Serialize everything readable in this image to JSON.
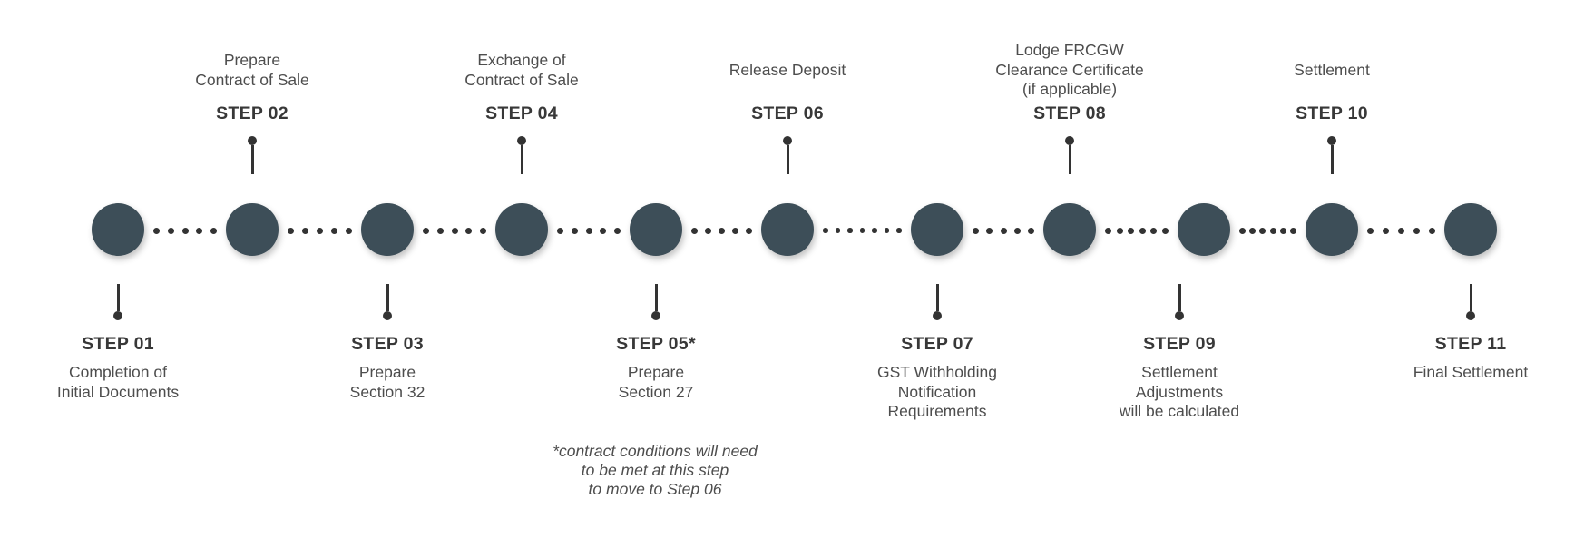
{
  "diagram": {
    "type": "process-timeline",
    "step_count": 11,
    "steps": [
      {
        "label": "STEP 01",
        "description": "Completion of\nInitial Documents",
        "side": "below"
      },
      {
        "label": "STEP 02",
        "description": "Prepare\nContract of Sale",
        "side": "above"
      },
      {
        "label": "STEP 03",
        "description": "Prepare\nSection 32",
        "side": "below"
      },
      {
        "label": "STEP 04",
        "description": "Exchange of\nContract of Sale",
        "side": "above"
      },
      {
        "label": "STEP 05*",
        "description": "Prepare\nSection 27",
        "side": "below"
      },
      {
        "label": "STEP 06",
        "description": "Release Deposit",
        "side": "above"
      },
      {
        "label": "STEP 07",
        "description": "GST Withholding\nNotification\nRequirements",
        "side": "below"
      },
      {
        "label": "STEP 08",
        "description": "Lodge FRCGW\nClearance Certificate\n(if applicable)",
        "side": "above"
      },
      {
        "label": "STEP 09",
        "description": "Settlement\nAdjustments\nwill be calculated",
        "side": "below"
      },
      {
        "label": "STEP 10",
        "description": "Settlement",
        "side": "above"
      },
      {
        "label": "STEP 11",
        "description": "Final Settlement",
        "side": "below"
      }
    ],
    "footnote": {
      "text": "*contract conditions will need\nto be met at this step\nto move to Step 06"
    },
    "colors": {
      "background": "#ffffff",
      "node_fill": "#3d4e58",
      "step_label": "#383838",
      "description_text": "#4d4d4d",
      "connector_dot": "#333333",
      "pin": "#333333"
    }
  }
}
